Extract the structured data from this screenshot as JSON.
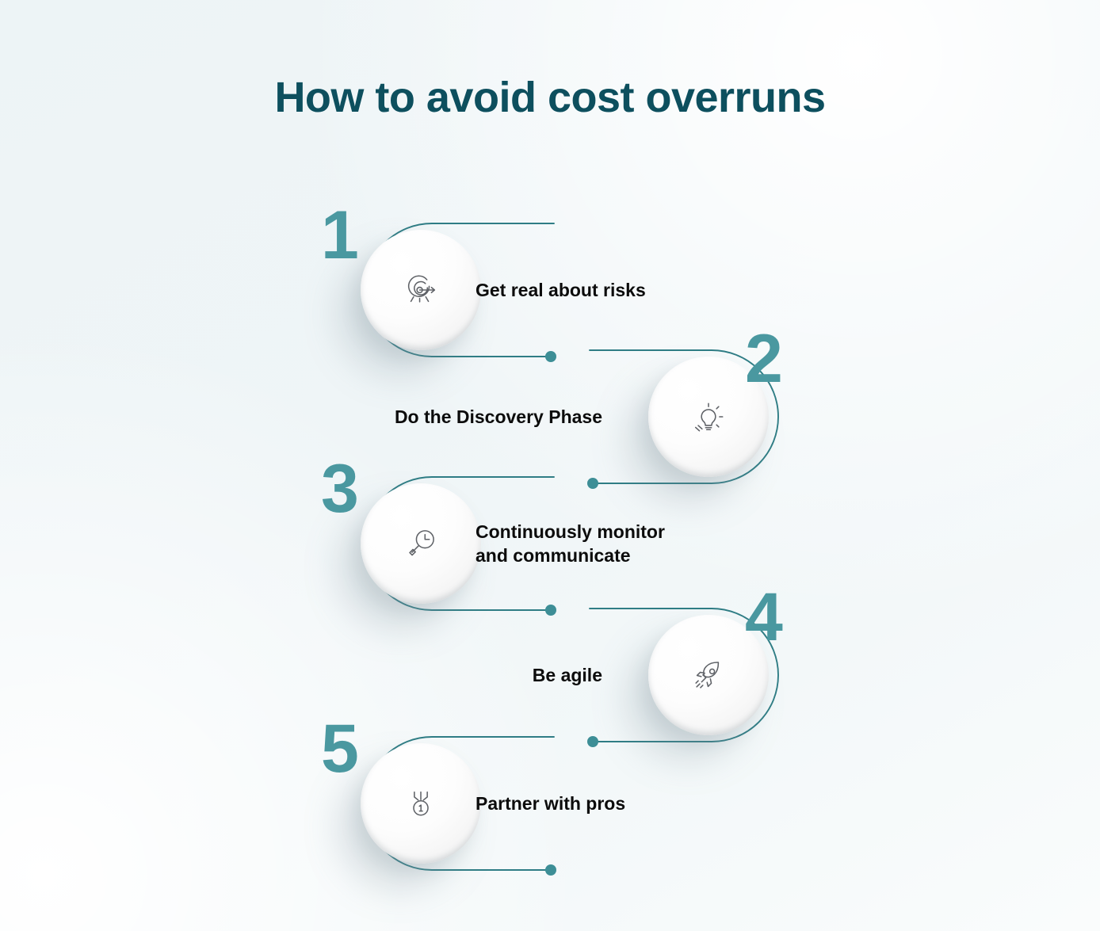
{
  "page": {
    "title": "How to avoid cost overruns",
    "background_color": "#eff5f7",
    "title_color": "#0d4f5e",
    "number_color": "#4a98a0",
    "line_color": "#3d8e96",
    "caption_color": "#0c0c0c"
  },
  "steps": [
    {
      "number": "1",
      "label": "Get real about risks",
      "icon": "target-arrow-icon",
      "side": "left"
    },
    {
      "number": "2",
      "label": "Do the Discovery Phase",
      "icon": "lightbulb-icon",
      "side": "right"
    },
    {
      "number": "3",
      "label": "Continuously monitor\nand communicate",
      "icon": "magnifier-clock-icon",
      "side": "left"
    },
    {
      "number": "4",
      "label": "Be agile",
      "icon": "rocket-icon",
      "side": "right"
    },
    {
      "number": "5",
      "label": "Partner with pros",
      "icon": "medal-icon",
      "side": "left"
    }
  ]
}
